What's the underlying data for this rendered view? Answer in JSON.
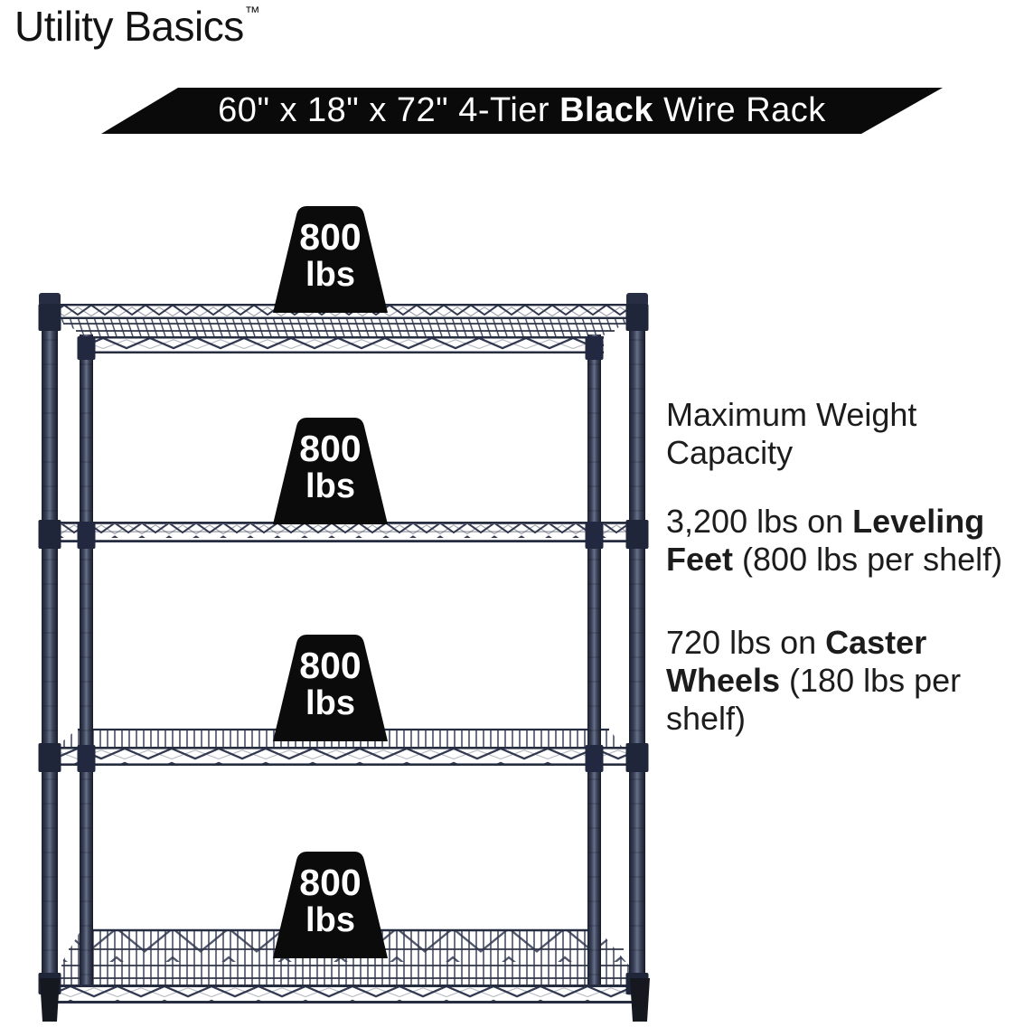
{
  "brand": {
    "name": "Utility Basics",
    "trademark": "™"
  },
  "banner": {
    "prefix": "60\" x 18\" x 72\" 4-Tier ",
    "bold": "Black",
    "suffix": " Wire Rack",
    "background": "#0a0a0a",
    "text_color": "#ffffff"
  },
  "rack": {
    "tiers": 4,
    "color_name": "Black",
    "frame_color": "#343b52"
  },
  "badges": [
    {
      "value": "800",
      "unit": "lbs"
    },
    {
      "value": "800",
      "unit": "lbs"
    },
    {
      "value": "800",
      "unit": "lbs"
    },
    {
      "value": "800",
      "unit": "lbs"
    }
  ],
  "specs": {
    "heading": "Maximum Weight Capacity",
    "items": [
      {
        "prefix": "3,200 lbs on ",
        "bold": "Leveling Feet",
        "suffix": " (800 lbs per shelf)"
      },
      {
        "prefix": "720 lbs on ",
        "bold": "Caster Wheels",
        "suffix": " (180 lbs per shelf)"
      }
    ]
  },
  "colors": {
    "text": "#1a1a1a",
    "badge_fill": "#0b0b0b",
    "rack_navy": "#343b52"
  }
}
